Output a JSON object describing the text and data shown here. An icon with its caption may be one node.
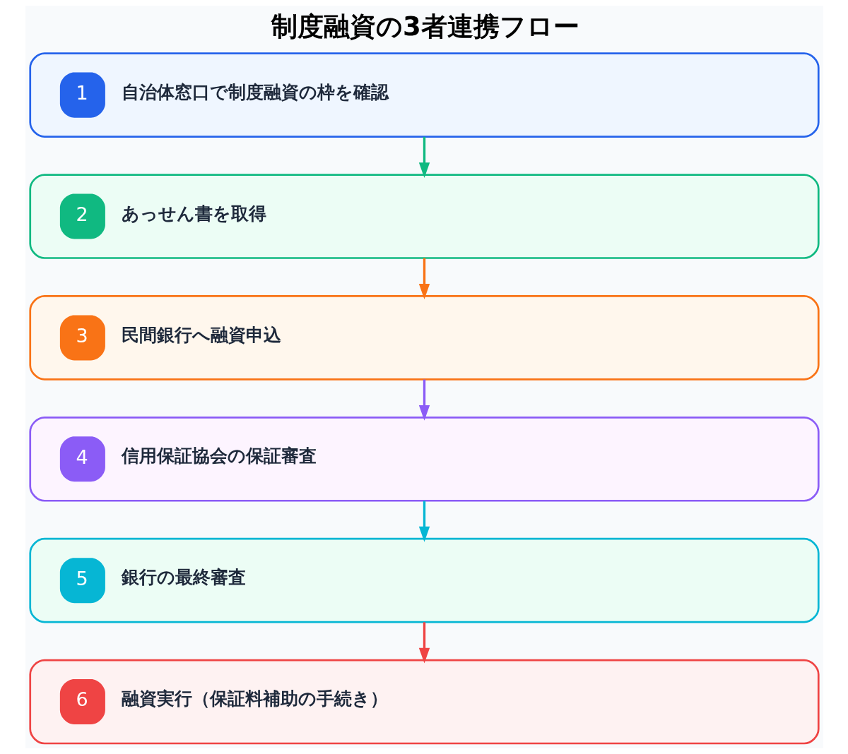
{
  "diagram": {
    "title": "制度融資の3者連携フロー",
    "nodes": [
      {
        "text": [
          "1",
          "自治体窓口で制度融資の枠を確認"
        ]
      },
      {
        "text": [
          "2",
          "あっせん書を取得"
        ]
      },
      {
        "text": [
          "3",
          "民間銀行へ融資申込"
        ]
      },
      {
        "text": [
          "4",
          "信用保証協会の保証審査"
        ]
      },
      {
        "text": [
          "5",
          "銀行の最終審査"
        ]
      },
      {
        "text": [
          "6",
          "融資実行（保証料補助の手続き）"
        ]
      }
    ],
    "edges": [
      {
        "from": 0,
        "to": 1,
        "arrow": "to",
        "color": "#10b981"
      },
      {
        "from": 1,
        "to": 2,
        "arrow": "to",
        "color": "#f97316"
      },
      {
        "from": 2,
        "to": 3,
        "arrow": "to",
        "color": "#8b5cf6"
      },
      {
        "from": 3,
        "to": 4,
        "arrow": "to",
        "color": "#06b6d4"
      },
      {
        "from": 4,
        "to": 5,
        "arrow": "to",
        "color": "#ef4444"
      }
    ]
  }
}
